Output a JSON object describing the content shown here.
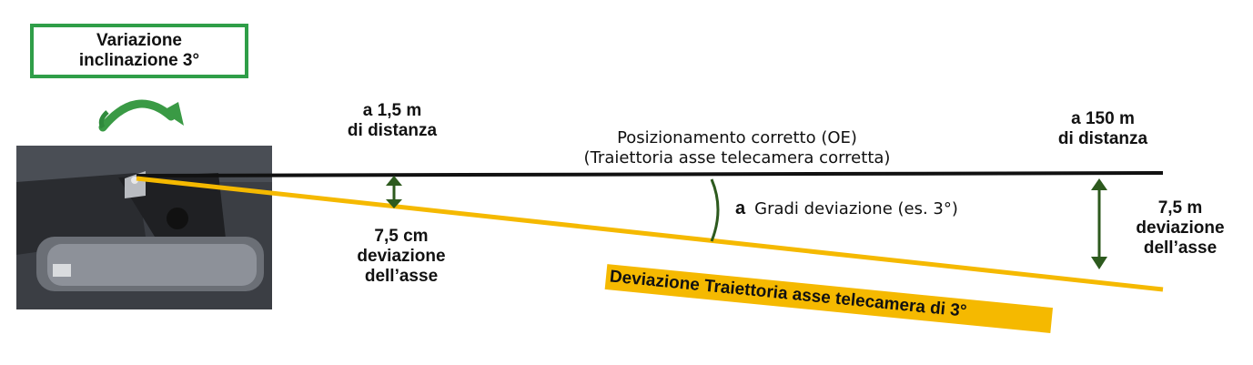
{
  "tilt_box": {
    "line1": "Variazione",
    "line2": "inclinazione 3°"
  },
  "near": {
    "line1": "a 1,5 m",
    "line2": "di distanza"
  },
  "far": {
    "line1": "a 150 m",
    "line2": "di distanza"
  },
  "correct": {
    "line1": "Posizionamento corretto (OE)",
    "line2": "(Traiettoria asse telecamera corretta)"
  },
  "angle": {
    "symbol": "a",
    "text": "Gradi deviazione (es. 3°)"
  },
  "near_dev": {
    "line1": "7,5 cm",
    "line2": "deviazione",
    "line3": "dell’asse"
  },
  "far_dev": {
    "line1": "7,5 m",
    "line2": "deviazione",
    "line3": "dell’asse"
  },
  "deviation_banner": "Deviazione Traiettoria asse telecamera di 3°",
  "colors": {
    "green": "#2f9e48",
    "dark_green": "#2d5a1e",
    "yellow": "#f5b900",
    "black": "#111111",
    "photo": "#3a3d42"
  },
  "icons": {
    "rotation": "curved-arrow-icon",
    "double_arrow": "vertical-double-arrow-icon"
  }
}
